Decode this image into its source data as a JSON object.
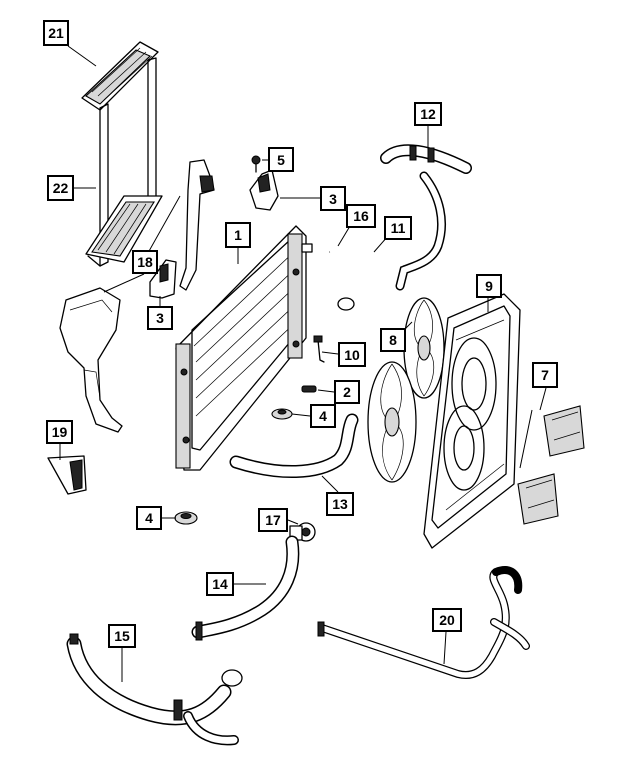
{
  "diagram": {
    "callouts": [
      {
        "id": "c21",
        "label": "21"
      },
      {
        "id": "c22",
        "label": "22"
      },
      {
        "id": "c18",
        "label": "18"
      },
      {
        "id": "c3a",
        "label": "3"
      },
      {
        "id": "c19",
        "label": "19"
      },
      {
        "id": "c5",
        "label": "5"
      },
      {
        "id": "c3b",
        "label": "3"
      },
      {
        "id": "c1",
        "label": "1"
      },
      {
        "id": "c16",
        "label": "16"
      },
      {
        "id": "c11",
        "label": "11"
      },
      {
        "id": "c12",
        "label": "12"
      },
      {
        "id": "c9",
        "label": "9"
      },
      {
        "id": "c8",
        "label": "8"
      },
      {
        "id": "c10",
        "label": "10"
      },
      {
        "id": "c2",
        "label": "2"
      },
      {
        "id": "c4a",
        "label": "4"
      },
      {
        "id": "c7",
        "label": "7"
      },
      {
        "id": "c13",
        "label": "13"
      },
      {
        "id": "c4b",
        "label": "4"
      },
      {
        "id": "c17",
        "label": "17"
      },
      {
        "id": "c14",
        "label": "14"
      },
      {
        "id": "c15",
        "label": "15"
      },
      {
        "id": "c20",
        "label": "20"
      }
    ]
  }
}
